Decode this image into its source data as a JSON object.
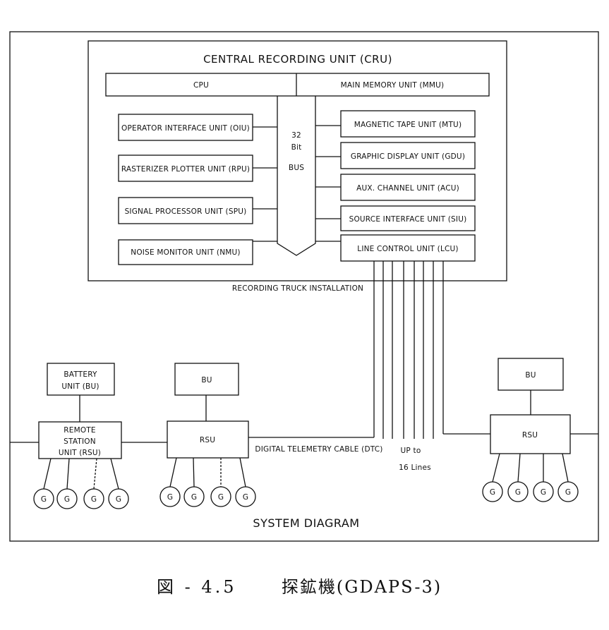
{
  "diagram": {
    "cru": {
      "title": "CENTRAL RECORDING UNIT (CRU)",
      "cpu": "CPU",
      "mmu": "MAIN MEMORY UNIT (MMU)",
      "bus_lines": [
        "32",
        "Bit",
        "BUS"
      ],
      "left_units": [
        "OPERATOR INTERFACE UNIT (OIU)",
        "RASTERIZER PLOTTER UNIT (RPU)",
        "SIGNAL PROCESSOR UNIT (SPU)",
        "NOISE MONITOR UNIT (NMU)"
      ],
      "right_units": [
        "MAGNETIC TAPE UNIT (MTU)",
        "GRAPHIC DISPLAY UNIT (GDU)",
        "AUX. CHANNEL UNIT (ACU)",
        "SOURCE INTERFACE UNIT (SIU)",
        "LINE CONTROL UNIT (LCU)"
      ],
      "installation_label": "RECORDING TRUCK INSTALLATION"
    },
    "field": {
      "battery_unit": [
        "BATTERY",
        "UNIT (BU)"
      ],
      "remote_station": [
        "REMOTE",
        "STATION",
        "UNIT (RSU)"
      ],
      "bu": "BU",
      "rsu": "RSU",
      "cable_label": "DIGITAL TELEMETRY CABLE (DTC)",
      "lines_label": [
        "UP to",
        "16 Lines"
      ],
      "g_left": [
        "G",
        "G",
        "G",
        "G"
      ],
      "g_mid": [
        "G",
        "G",
        "G",
        "G"
      ],
      "g_right": [
        "G",
        "G",
        "G",
        "G"
      ],
      "system_title": "SYSTEM DIAGRAM"
    },
    "caption": {
      "figure": "図 - 4.5",
      "text": "探鉱機(GDAPS-3)"
    }
  }
}
